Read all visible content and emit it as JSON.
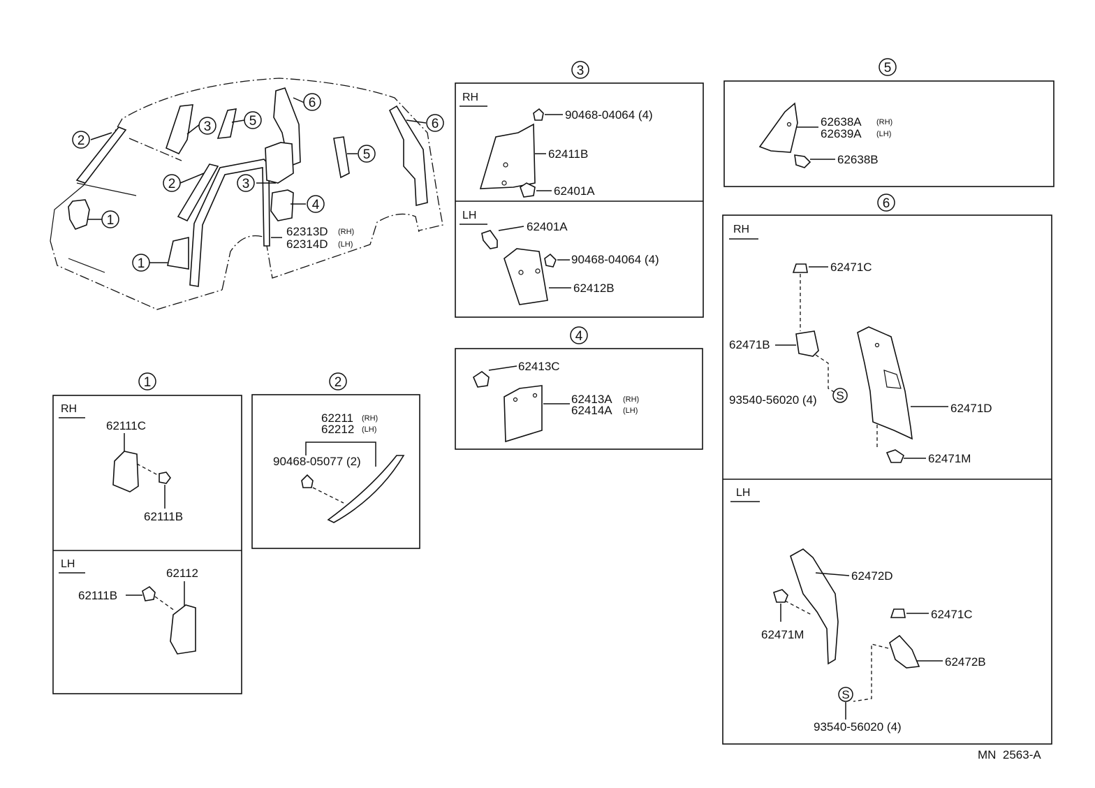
{
  "drawing_code": "MN  2563-A",
  "side_labels": {
    "rh": "RH",
    "lh": "LH"
  },
  "callouts": {
    "c1": "1",
    "c2": "2",
    "c3": "3",
    "c4": "4",
    "c5": "5",
    "c6": "6",
    "s": "S"
  },
  "overview": {
    "p62313d": "62313D",
    "p62313d_side": "(RH)",
    "p62314d": "62314D",
    "p62314d_side": "(LH)"
  },
  "group3": {
    "rh": {
      "clip": "90468-04064 (4)",
      "trim": "62411B",
      "fastener": "62401A"
    },
    "lh": {
      "fastener": "62401A",
      "clip": "90468-04064 (4)",
      "trim": "62412B"
    }
  },
  "group5": {
    "rh_part": "62638A",
    "rh_side": "(RH)",
    "lh_part": "62639A",
    "lh_side": "(LH)",
    "clip": "62638B"
  },
  "group4": {
    "clip": "62413C",
    "rh_part": "62413A",
    "rh_side": "(RH)",
    "lh_part": "62414A",
    "lh_side": "(LH)"
  },
  "group1": {
    "rh": {
      "upper": "62111C",
      "lower": "62111B"
    },
    "lh": {
      "trim": "62112",
      "fastener": "62111B"
    }
  },
  "group2": {
    "rh_part": "62211",
    "rh_side": "(RH)",
    "lh_part": "62212",
    "lh_side": "(LH)",
    "clip": "90468-05077 (2)"
  },
  "group6": {
    "rh": {
      "cap": "62471C",
      "cover": "62471B",
      "screw": "93540-56020 (4)",
      "trim": "62471D",
      "clip": "62471M"
    },
    "lh": {
      "trim": "62472D",
      "clip": "62471M",
      "cap": "62471C",
      "cover": "62472B",
      "screw": "93540-56020 (4)"
    }
  }
}
